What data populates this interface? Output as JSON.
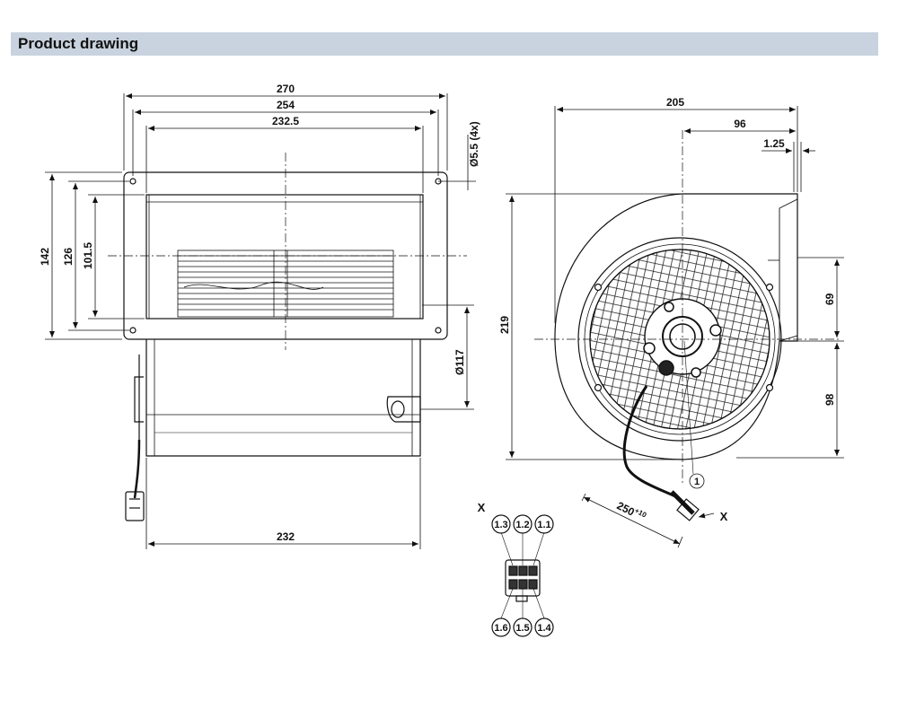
{
  "header": {
    "title": "Product drawing"
  },
  "dimensions": {
    "width_270": "270",
    "width_254": "254",
    "width_232_5": "232.5",
    "hole": "Ø5.5 (4x)",
    "height_142": "142",
    "height_126": "126",
    "height_101_5": "101.5",
    "dia_117": "Ø117",
    "width_232": "232",
    "side_205": "205",
    "side_96": "96",
    "side_1_25": "1.25",
    "side_219": "219",
    "side_69": "69",
    "side_98": "98",
    "cable_250": "250",
    "cable_tol": "+10"
  },
  "callouts": {
    "item_1": "1",
    "view_x": "X",
    "view_x_connector": "X"
  },
  "connector_pins": {
    "top": [
      "1.3",
      "1.2",
      "1.1"
    ],
    "bottom": [
      "1.6",
      "1.5",
      "1.4"
    ]
  }
}
